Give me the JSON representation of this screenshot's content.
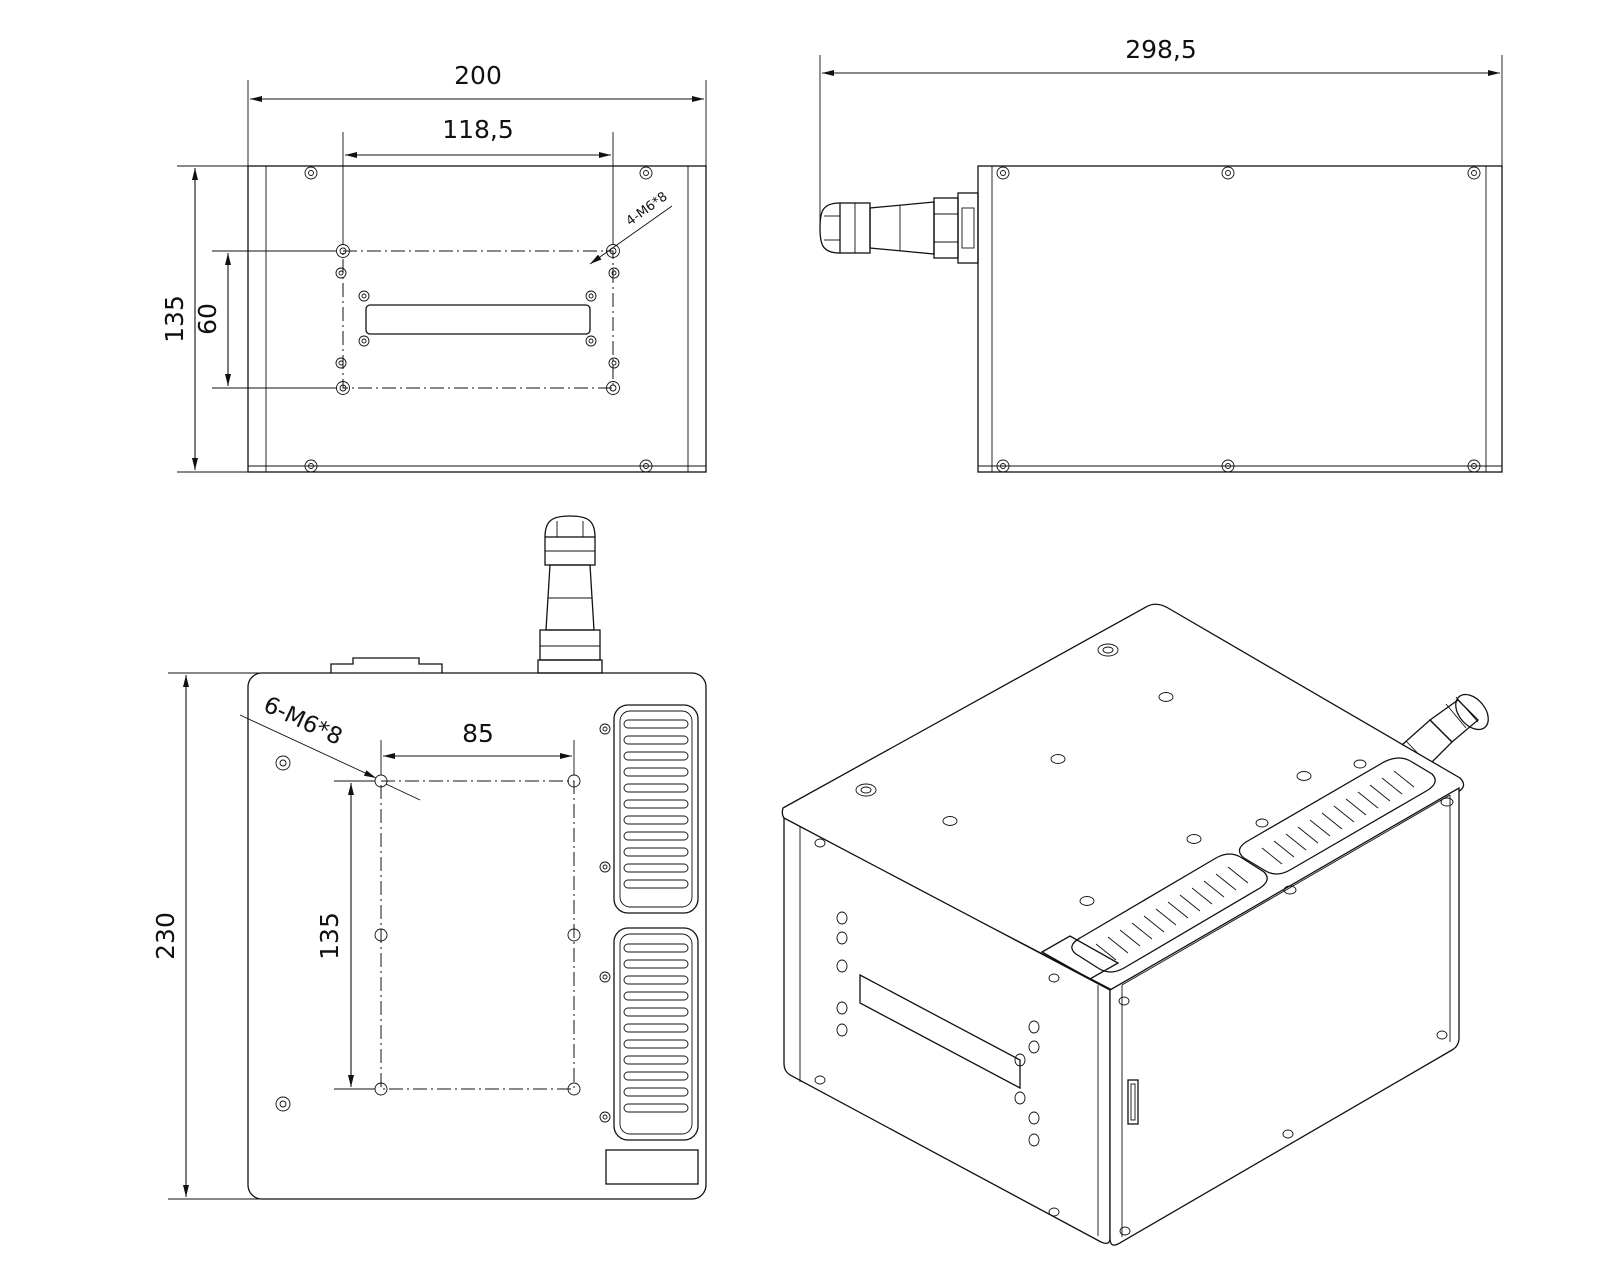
{
  "views": {
    "front": {
      "dim_width": "200",
      "dim_inner_width": "118,5",
      "dim_height": "135",
      "dim_inner_height": "60",
      "hole_callout": "4-M6*8"
    },
    "side": {
      "dim_length": "298,5"
    },
    "top": {
      "dim_height": "230",
      "dim_inner_height": "135",
      "dim_inner_width": "85",
      "hole_callout": "6-M6*8"
    }
  }
}
